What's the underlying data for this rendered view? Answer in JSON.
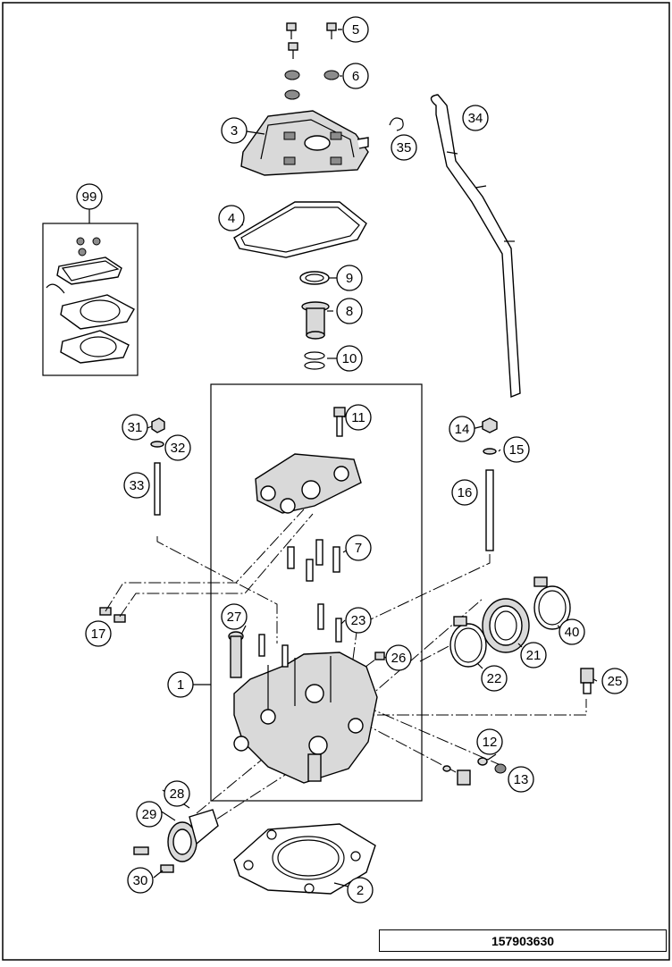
{
  "diagram": {
    "callouts": [
      {
        "id": "c5",
        "label": "5"
      },
      {
        "id": "c6",
        "label": "6"
      },
      {
        "id": "c3",
        "label": "3"
      },
      {
        "id": "c35",
        "label": "35"
      },
      {
        "id": "c34",
        "label": "34"
      },
      {
        "id": "c99",
        "label": "99"
      },
      {
        "id": "c4",
        "label": "4"
      },
      {
        "id": "c9",
        "label": "9"
      },
      {
        "id": "c8",
        "label": "8"
      },
      {
        "id": "c10",
        "label": "10"
      },
      {
        "id": "c11",
        "label": "11"
      },
      {
        "id": "c31",
        "label": "31"
      },
      {
        "id": "c32",
        "label": "32"
      },
      {
        "id": "c14",
        "label": "14"
      },
      {
        "id": "c15",
        "label": "15"
      },
      {
        "id": "c33",
        "label": "33"
      },
      {
        "id": "c16",
        "label": "16"
      },
      {
        "id": "c7",
        "label": "7"
      },
      {
        "id": "c17",
        "label": "17"
      },
      {
        "id": "c27",
        "label": "27"
      },
      {
        "id": "c23",
        "label": "23"
      },
      {
        "id": "c40",
        "label": "40"
      },
      {
        "id": "c26",
        "label": "26"
      },
      {
        "id": "c21",
        "label": "21"
      },
      {
        "id": "c22",
        "label": "22"
      },
      {
        "id": "c1",
        "label": "1"
      },
      {
        "id": "c25",
        "label": "25"
      },
      {
        "id": "c12",
        "label": "12"
      },
      {
        "id": "c13",
        "label": "13"
      },
      {
        "id": "c28",
        "label": "28"
      },
      {
        "id": "c29",
        "label": "29"
      },
      {
        "id": "c30",
        "label": "30"
      },
      {
        "id": "c2",
        "label": "2"
      }
    ],
    "reference_number": "157903630"
  },
  "colors": {
    "line": "#000000",
    "part_fill": "#d9d9d9",
    "part_dark": "#8c8c8c",
    "background": "#ffffff"
  }
}
